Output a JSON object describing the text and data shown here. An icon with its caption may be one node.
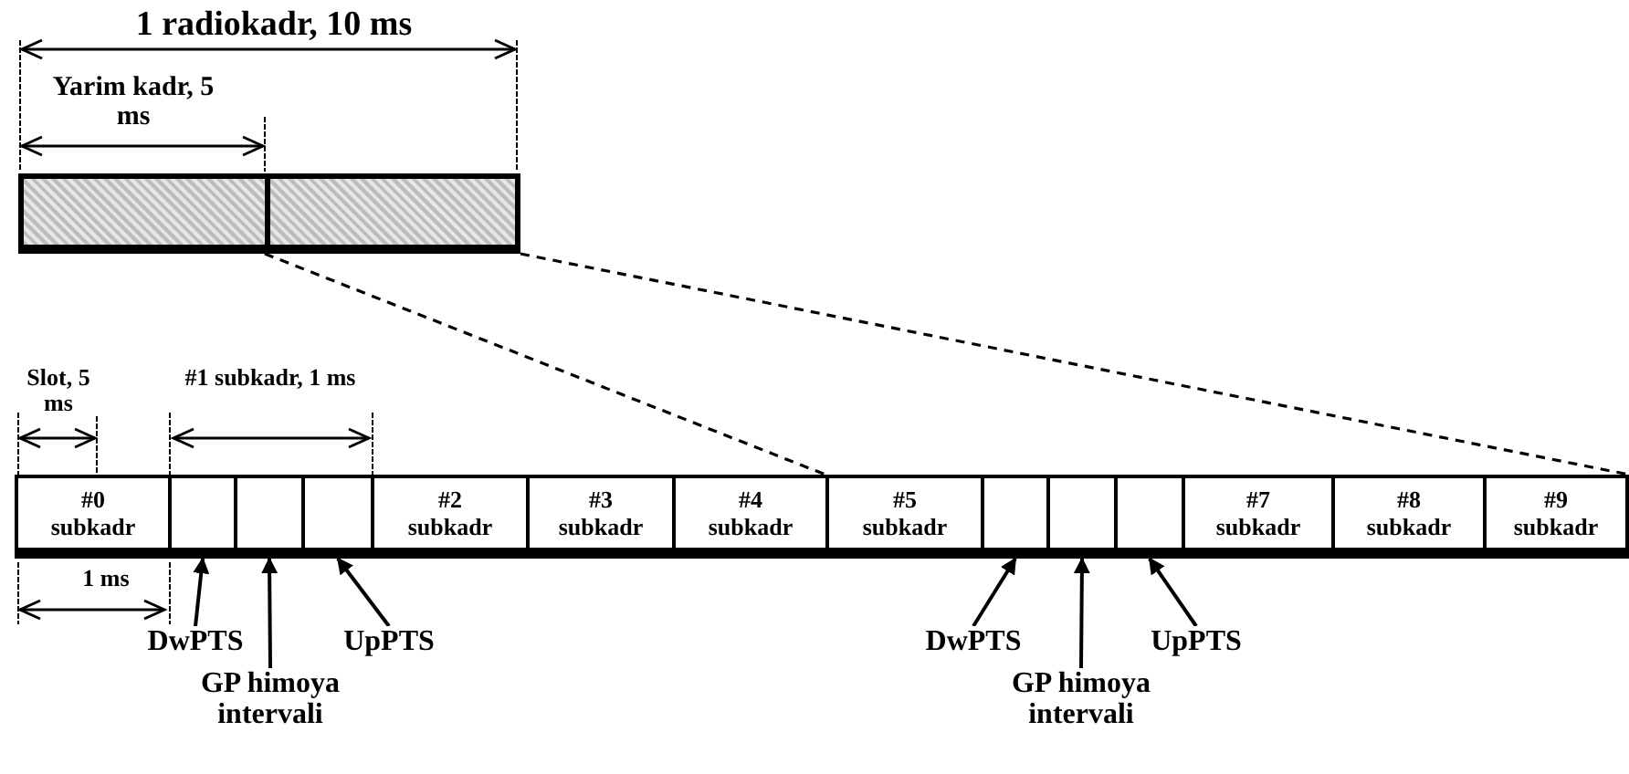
{
  "diagram": {
    "nodes": [
      {
        "text": [],
        "shape": "box"
      },
      {
        "text": [],
        "shape": "box"
      },
      {
        "text": [
          "#0 subkadr"
        ]
      },
      {
        "text": [],
        "shape": "box"
      },
      {
        "text": [],
        "shape": "box"
      },
      {
        "text": [],
        "shape": "box"
      },
      {
        "text": [
          "#2 subkadr"
        ]
      },
      {
        "text": [
          "#3 subkadr"
        ]
      },
      {
        "text": [
          "#4 subkadr"
        ]
      },
      {
        "text": [
          "#5 subkadr"
        ]
      },
      {
        "text": [],
        "shape": "box"
      },
      {
        "text": [],
        "shape": "box"
      },
      {
        "text": [],
        "shape": "box"
      },
      {
        "text": [
          "#7 subkadr"
        ]
      },
      {
        "text": [
          "#8 subkadr"
        ]
      },
      {
        "text": [
          "#9 subkadr"
        ]
      },
      {
        "text": [
          "DwPTS"
        ]
      },
      {
        "text": [
          "GP himoya intervali"
        ]
      },
      {
        "text": [
          "UpPTS"
        ]
      },
      {
        "text": [
          "DwPTS"
        ]
      },
      {
        "text": [
          "GP himoya intervali"
        ]
      },
      {
        "text": [
          "UpPTS"
        ]
      }
    ],
    "edges": [
      {
        "from": 1,
        "to": 9,
        "arrow": "none",
        "style": "dashed"
      },
      {
        "from": 1,
        "to": 15,
        "arrow": "none",
        "style": "dashed"
      },
      {
        "from": 16,
        "to": 3,
        "arrow": "to"
      },
      {
        "from": 17,
        "to": 4,
        "arrow": "to"
      },
      {
        "from": 18,
        "to": 5,
        "arrow": "to"
      },
      {
        "from": 19,
        "to": 10,
        "arrow": "to"
      },
      {
        "from": 20,
        "to": 11,
        "arrow": "to"
      },
      {
        "from": 21,
        "to": 12,
        "arrow": "to"
      }
    ],
    "labels": [
      "1 radiokadr, 10 ms",
      "Yarim kadr, 5 ms",
      "Slot, 5 ms",
      "#1 subkadr, 1 ms",
      "1 ms"
    ]
  }
}
